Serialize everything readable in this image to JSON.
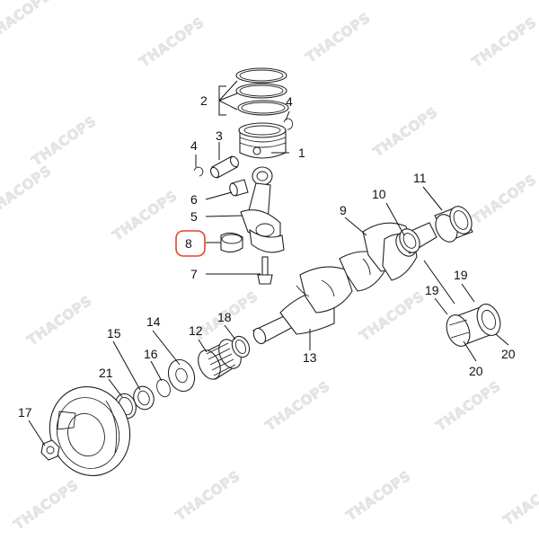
{
  "watermark": "THACOPS",
  "highlight_color": "#e8412c",
  "callouts": [
    {
      "id": "c1",
      "text": "1"
    },
    {
      "id": "c2",
      "text": "2"
    },
    {
      "id": "c3",
      "text": "3"
    },
    {
      "id": "c4a",
      "text": "4"
    },
    {
      "id": "c4b",
      "text": "4"
    },
    {
      "id": "c5",
      "text": "5"
    },
    {
      "id": "c6",
      "text": "6"
    },
    {
      "id": "c7",
      "text": "7"
    },
    {
      "id": "c8",
      "text": "8"
    },
    {
      "id": "c9",
      "text": "9"
    },
    {
      "id": "c10",
      "text": "10"
    },
    {
      "id": "c11",
      "text": "11"
    },
    {
      "id": "c12",
      "text": "12"
    },
    {
      "id": "c13",
      "text": "13"
    },
    {
      "id": "c14",
      "text": "14"
    },
    {
      "id": "c15",
      "text": "15"
    },
    {
      "id": "c16",
      "text": "16"
    },
    {
      "id": "c17",
      "text": "17"
    },
    {
      "id": "c18",
      "text": "18"
    },
    {
      "id": "c19a",
      "text": "19"
    },
    {
      "id": "c19b",
      "text": "19"
    },
    {
      "id": "c20a",
      "text": "20"
    },
    {
      "id": "c20b",
      "text": "20"
    },
    {
      "id": "c21",
      "text": "21"
    }
  ]
}
